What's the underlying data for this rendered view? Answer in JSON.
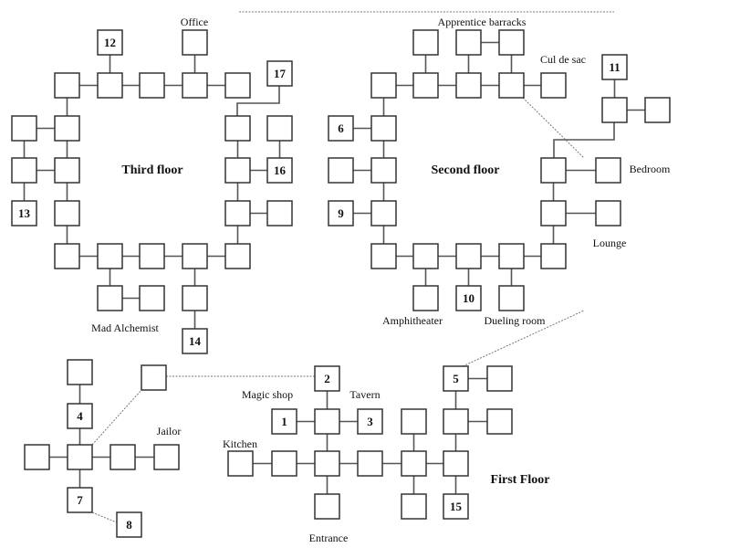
{
  "floors": {
    "third": {
      "title": "Third floor",
      "labels": {
        "office": "Office",
        "mad_alchemist": "Mad Alchemist"
      }
    },
    "second": {
      "title": "Second floor",
      "labels": {
        "apprentice": "Apprentice barracks",
        "cul_de_sac": "Cul de sac",
        "bedroom": "Bedroom",
        "lounge": "Lounge",
        "amphitheater": "Amphitheater",
        "dueling": "Dueling room"
      }
    },
    "first": {
      "title": "First Floor",
      "labels": {
        "magic_shop": "Magic shop",
        "tavern": "Tavern",
        "kitchen": "Kitchen",
        "jailor": "Jailor",
        "entrance": "Entrance"
      }
    }
  },
  "room_numbers": {
    "f1": "1",
    "f2": "2",
    "f3": "3",
    "f4": "4",
    "f5": "5",
    "s6": "6",
    "f7": "7",
    "f8": "8",
    "s9": "9",
    "s10": "10",
    "s11": "11",
    "t12": "12",
    "t13": "13",
    "t14": "14",
    "f15": "15",
    "t16": "16",
    "t17": "17"
  },
  "colors": {
    "line": "#555555",
    "box": "#333333"
  }
}
